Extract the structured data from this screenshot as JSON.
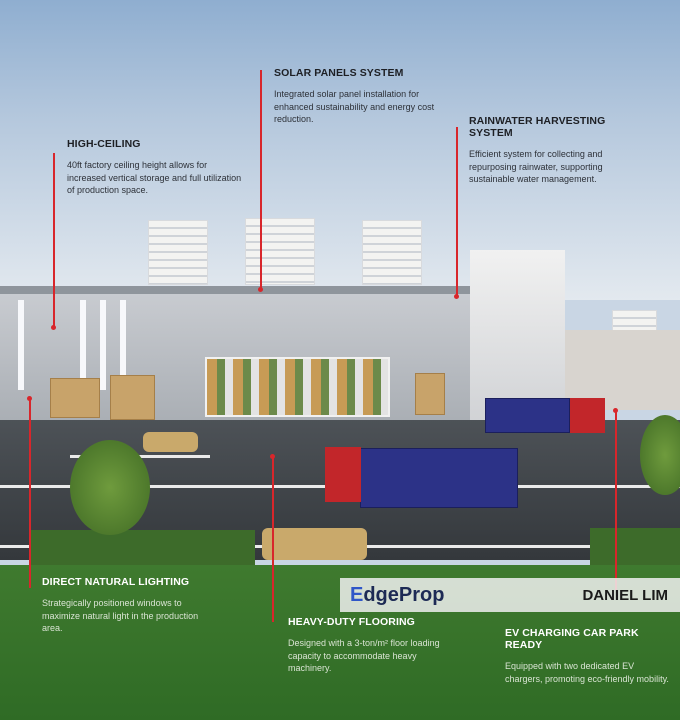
{
  "callouts": [
    {
      "title": "HIGH-CEILING",
      "text": "40ft factory ceiling height allows for increased vertical storage and full utilization of production space."
    },
    {
      "title": "SOLAR PANELS SYSTEM",
      "text": "Integrated solar panel installation for enhanced sustainability and energy cost reduction."
    },
    {
      "title": "RAINWATER HARVESTING SYSTEM",
      "text": "Efficient system for collecting and repurposing rainwater, supporting sustainable water management."
    },
    {
      "title": "DIRECT NATURAL LIGHTING",
      "text": "Strategically positioned windows to maximize natural light in the production area."
    },
    {
      "title": "HEAVY-DUTY FLOORING",
      "text": "Designed with a 3-ton/m² floor loading capacity to accommodate heavy machinery."
    },
    {
      "title": "EV CHARGING CAR PARK READY",
      "text": "Equipped with two dedicated EV chargers, promoting eco-friendly mobility."
    }
  ],
  "watermark": {
    "logo_part1": "E",
    "logo_part2": "dgeProp",
    "agent": "DANIEL LIM"
  },
  "colors": {
    "accent": "#d8262b",
    "grass": "#3f7a2f",
    "sky": "#8faed0"
  }
}
